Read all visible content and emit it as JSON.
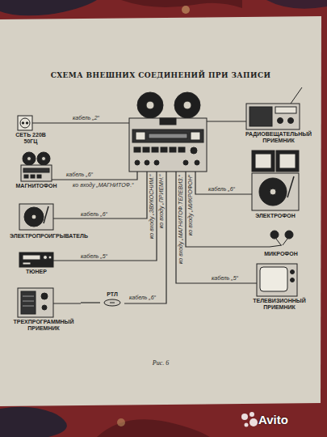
{
  "diagram": {
    "title": "СХЕМА ВНЕШНИХ СОЕДИНЕНИЙ ПРИ ЗАПИСИ",
    "caption": "Рис. 6",
    "nodes": [
      {
        "text": [
          "СЕТЬ 220В 50ГЦ"
        ]
      },
      {
        "text": [
          "МАГНИТОФОН"
        ]
      },
      {
        "text": [
          "ЭЛЕКТРОПРОИГРЫВАТЕЛЬ"
        ]
      },
      {
        "text": [
          "ТЮНЕР"
        ]
      },
      {
        "text": [
          "ТРЕХПРОГРАММНЫЙ ПРИЕМНИК"
        ]
      },
      {
        "text": [
          "РТЛ"
        ]
      },
      {
        "text": [
          "РАДИОВЕЩАТЕЛЬНЫЙ ПРИЕМНИК"
        ]
      },
      {
        "text": [
          "ЭЛЕКТРОФОН"
        ]
      },
      {
        "text": [
          "МИКРОФОН"
        ]
      },
      {
        "text": [
          "ТЕЛЕВИЗИОННЫЙ ПРИЕМНИК"
        ]
      }
    ],
    "edges": [
      {
        "from": 4,
        "to": 5,
        "arrow": "none"
      }
    ],
    "labels": [
      "кабель „2“",
      "кабель „6“",
      "ко входу „МАГНИТОФ.“",
      "кабель „6“",
      "кабель „5“",
      "кабель „6“",
      "ко входу „ЗВУКОСНИМ.“",
      "ко входу „ПРИЕМН.“",
      "ко входу „МАГНИТОФ.ТЕЛЕВИЗ.“",
      "ко входу „МИКРОФОН“",
      "кабель „6“",
      "кабель „5“",
      "Avito"
    ]
  }
}
